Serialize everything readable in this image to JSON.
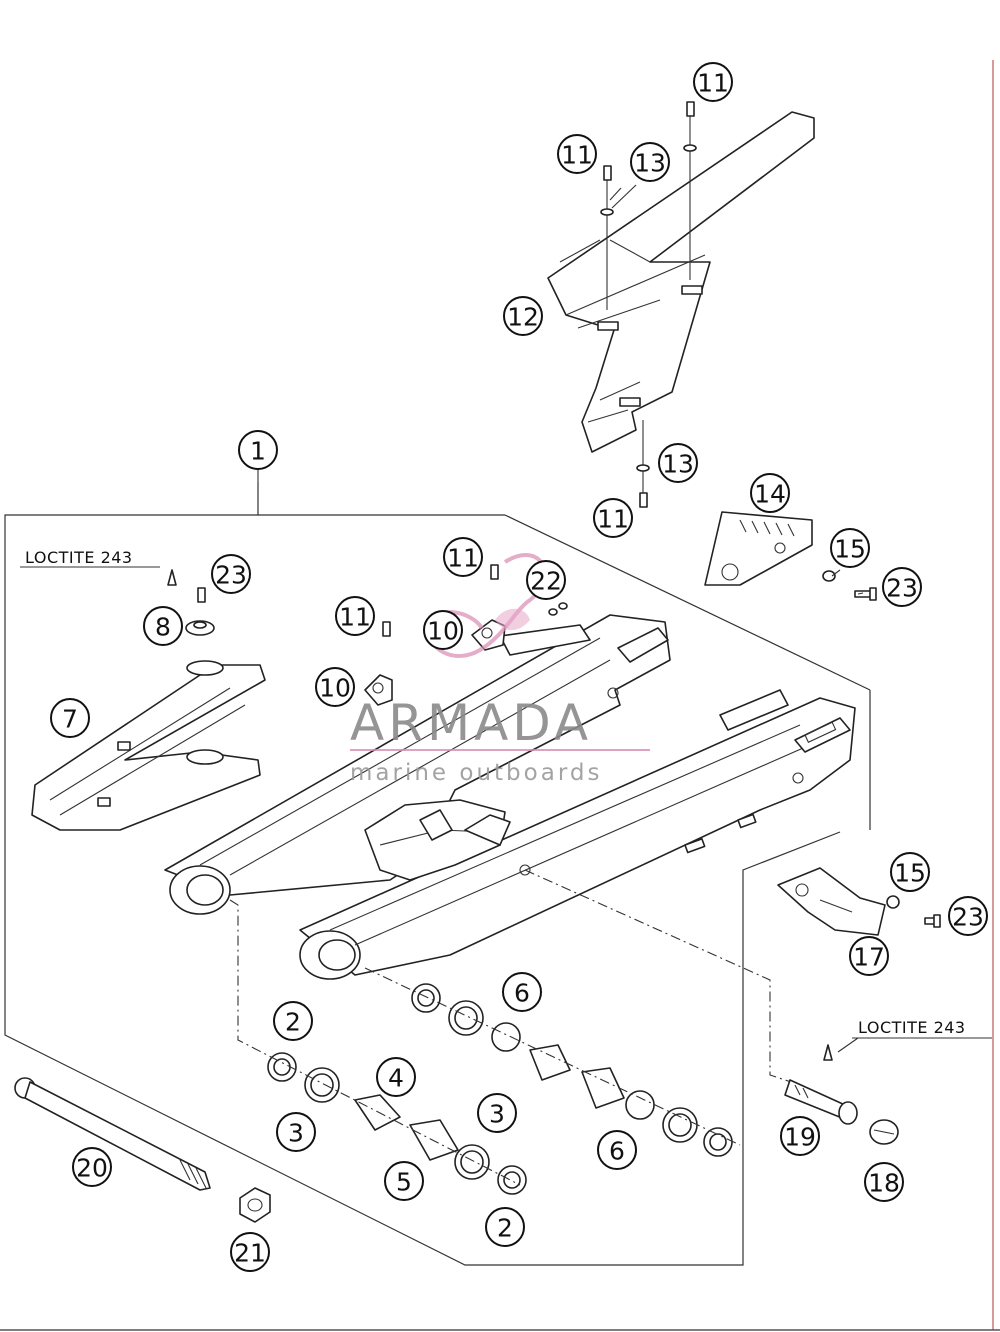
{
  "callouts": [
    {
      "label": "1"
    },
    {
      "label": "2"
    },
    {
      "label": "2"
    },
    {
      "label": "3"
    },
    {
      "label": "3"
    },
    {
      "label": "4"
    },
    {
      "label": "5"
    },
    {
      "label": "6"
    },
    {
      "label": "6"
    },
    {
      "label": "7"
    },
    {
      "label": "8"
    },
    {
      "label": "10"
    },
    {
      "label": "10"
    },
    {
      "label": "11"
    },
    {
      "label": "11"
    },
    {
      "label": "11"
    },
    {
      "label": "11"
    },
    {
      "label": "11"
    },
    {
      "label": "12"
    },
    {
      "label": "13"
    },
    {
      "label": "13"
    },
    {
      "label": "14"
    },
    {
      "label": "15"
    },
    {
      "label": "15"
    },
    {
      "label": "17"
    },
    {
      "label": "18"
    },
    {
      "label": "19"
    },
    {
      "label": "20"
    },
    {
      "label": "21"
    },
    {
      "label": "22"
    },
    {
      "label": "23"
    },
    {
      "label": "23"
    },
    {
      "label": "23"
    }
  ],
  "notes": {
    "loctite_left": "LOCTITE 243",
    "loctite_right": "LOCTITE 243"
  },
  "watermark": {
    "title": "ARMADA",
    "subtitle": "marine outboards"
  },
  "colors": {
    "line": "#222222",
    "watermark_text": "#8a8a8a",
    "watermark_logo": "#d98cb3"
  }
}
